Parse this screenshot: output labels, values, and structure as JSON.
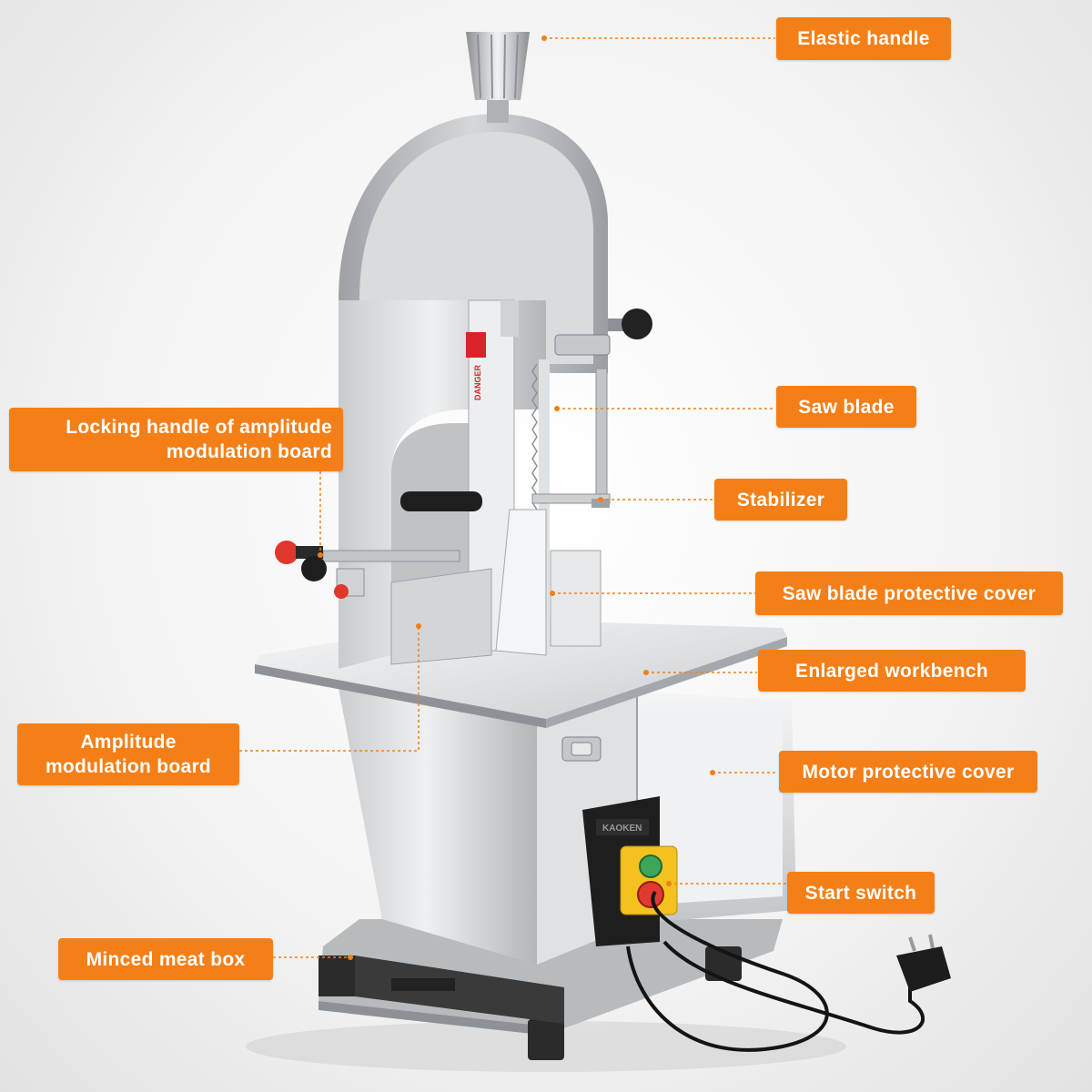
{
  "accent_color": "#f57f17",
  "machine": {
    "name": "bone-saw-machine",
    "switch_brand": "KAOKEN",
    "warning_label": "DANGER"
  },
  "callouts": {
    "elastic_handle": "Elastic handle",
    "saw_blade": "Saw blade",
    "locking_handle": "Locking handle of amplitude modulation board",
    "stabilizer": "Stabilizer",
    "saw_blade_cover": "Saw blade protective cover",
    "workbench": "Enlarged workbench",
    "amplitude_board": "Amplitude modulation board",
    "motor_cover": "Motor protective cover",
    "start_switch": "Start switch",
    "minced_meat_box": "Minced meat box"
  }
}
